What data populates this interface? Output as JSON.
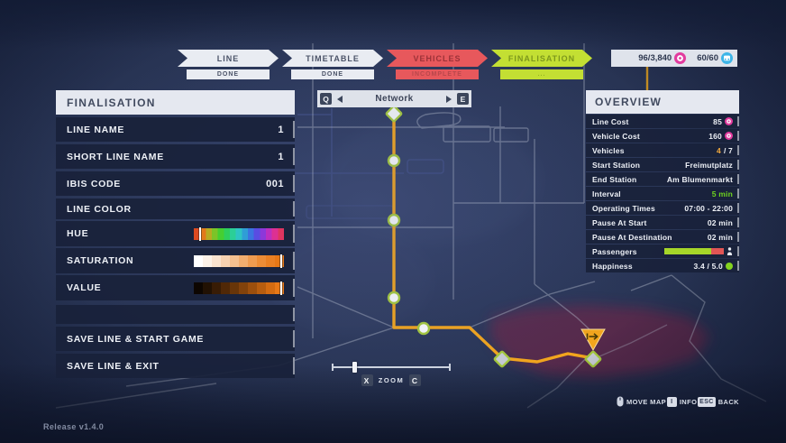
{
  "version_label": "Release v1.4.0",
  "stepper": {
    "steps": [
      {
        "label": "LINE",
        "status": "DONE",
        "state": "done"
      },
      {
        "label": "TIMETABLE",
        "status": "DONE",
        "state": "done"
      },
      {
        "label": "VEHICLES",
        "status": "INCOMPLETE",
        "state": "incomplete"
      },
      {
        "label": "FINALISATION",
        "status": "...",
        "state": "active"
      }
    ]
  },
  "resources": {
    "money": "96/3,840",
    "vehicles": "60/60"
  },
  "finalisation_panel": {
    "title": "FINALISATION",
    "fields": [
      {
        "label": "LINE NAME",
        "value": "1"
      },
      {
        "label": "SHORT LINE NAME",
        "value": "1"
      },
      {
        "label": "IBIS CODE",
        "value": "001"
      }
    ],
    "line_color_label": "LINE COLOR",
    "sliders": [
      {
        "label": "HUE",
        "marker_percent": 7,
        "stops": [
          "#dd4a20",
          "#e2791b",
          "#b7ab22",
          "#7cc428",
          "#45cf31",
          "#2ecf5d",
          "#2bcf97",
          "#2ec4c4",
          "#2f9ed6",
          "#3b74e0",
          "#5a4ce2",
          "#8c38da",
          "#bc2fc0",
          "#dd3093",
          "#de3560"
        ]
      },
      {
        "label": "SATURATION",
        "marker_percent": 97,
        "stops": [
          "#ffffff",
          "#fcf2e8",
          "#fae3cf",
          "#f7d2b1",
          "#f4c090",
          "#f1ad6f",
          "#ee9b50",
          "#ec8c36",
          "#ea8023",
          "#e87816"
        ]
      },
      {
        "label": "VALUE",
        "marker_percent": 97,
        "stops": [
          "#0d0601",
          "#211103",
          "#381c05",
          "#502807",
          "#683509",
          "#82420b",
          "#9c4f0d",
          "#b75d0f",
          "#d36b11",
          "#e87816"
        ]
      }
    ],
    "buttons": [
      {
        "label": "SAVE LINE & START GAME"
      },
      {
        "label": "SAVE LINE & EXIT"
      }
    ]
  },
  "map_toolbar": {
    "prev_key": "Q",
    "next_key": "E",
    "view_label": "Network"
  },
  "zoom_control": {
    "key_out": "X",
    "label": "ZOOM",
    "key_in": "C",
    "position_percent": 19
  },
  "overview_panel": {
    "title": "OVERVIEW",
    "rows": [
      {
        "label": "Line Cost",
        "value": "85",
        "icon": "coin"
      },
      {
        "label": "Vehicle Cost",
        "value": "160",
        "icon": "coin"
      },
      {
        "label": "Vehicles",
        "value_accent": "4",
        "value_rest": " / 7"
      },
      {
        "label": "Start Station",
        "value": "Freimutplatz"
      },
      {
        "label": "End Station",
        "value": "Am Blumenmarkt"
      },
      {
        "label": "Interval",
        "value": "5 min",
        "value_color": "green"
      },
      {
        "label": "Operating Times",
        "value": "07:00 - 22:00"
      },
      {
        "label": "Pause At Start",
        "value": "02 min"
      },
      {
        "label": "Pause At Destination",
        "value": "02 min"
      },
      {
        "label": "Passengers",
        "bar": {
          "green_percent": 79,
          "red_percent": 21
        }
      },
      {
        "label": "Happiness",
        "value": "3.4 / 5.0",
        "dot": "green"
      }
    ]
  },
  "hints": [
    {
      "icon": "mouse",
      "label": "MOVE MAP"
    },
    {
      "key": "I",
      "label": "INFO"
    },
    {
      "key": "ESC",
      "label": "BACK"
    }
  ],
  "colors": {
    "accent_red": "#e7585c",
    "accent_yellowgreen": "#c3df33",
    "money_pink": "#e23b9e",
    "vehicle_blue": "#3db5e8",
    "route_orange": "#f2a51d",
    "station_outline": "#a5c93c",
    "interval_green": "#6fd41f",
    "happiness_green": "#84d31f",
    "district_red": "#7c2044"
  }
}
